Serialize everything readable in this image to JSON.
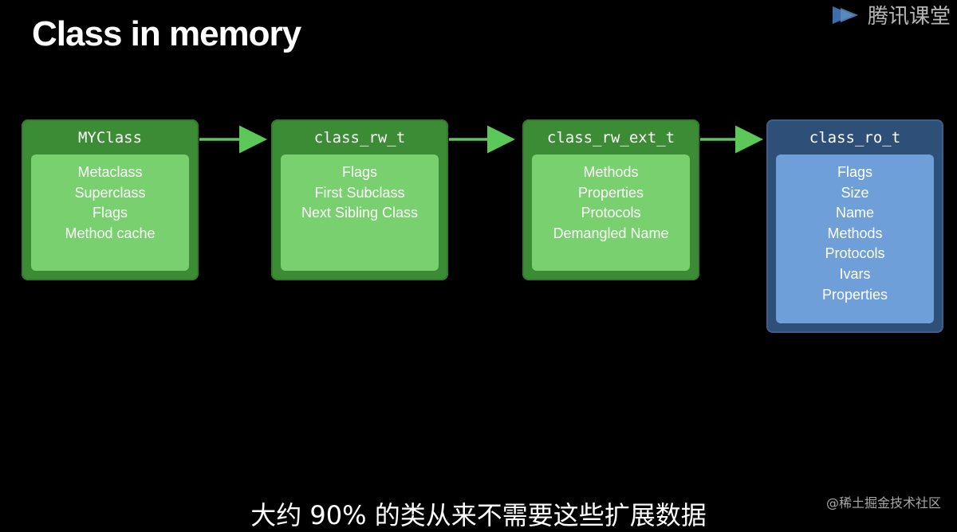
{
  "title": "Class in memory",
  "watermark_top": "腾讯课堂",
  "boxes": [
    {
      "name": "MYClass",
      "fields": [
        "Metaclass",
        "Superclass",
        "Flags",
        "Method cache"
      ],
      "color": "#3c8c35",
      "inner_color": "#79d06e"
    },
    {
      "name": "class_rw_t",
      "fields": [
        "Flags",
        "First Subclass",
        "Next Sibling Class"
      ],
      "color": "#3c8c35",
      "inner_color": "#79d06e"
    },
    {
      "name": "class_rw_ext_t",
      "fields": [
        "Methods",
        "Properties",
        "Protocols",
        "Demangled Name"
      ],
      "color": "#3c8c35",
      "inner_color": "#79d06e"
    },
    {
      "name": "class_ro_t",
      "fields": [
        "Flags",
        "Size",
        "Name",
        "Methods",
        "Protocols",
        "Ivars",
        "Properties"
      ],
      "color": "#2e4f78",
      "inner_color": "#6f9fd8"
    }
  ],
  "arrow_color": "#5cc85a",
  "subtitle": "大约 90% 的类从来不需要这些扩展数据",
  "watermark_bottom": "@稀土掘金技术社区",
  "icons": {
    "logo": "play-logo-icon",
    "arrow": "arrow-right-icon"
  }
}
